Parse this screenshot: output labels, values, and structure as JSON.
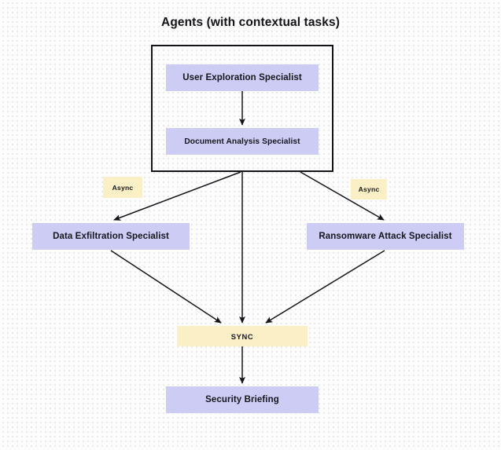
{
  "diagram": {
    "title": "Agents (with contextual tasks)",
    "colors": {
      "node_fill_primary": "#ccccf4",
      "node_fill_accent": "#fbf0c5",
      "stroke": "#14141a",
      "text": "#16161d",
      "background": "#fdfdfd",
      "grid_dot": "#e2e2e4"
    },
    "group": {
      "name": "agents-group",
      "nodes": [
        {
          "id": "user-exploration",
          "label": "User Exploration Specialist"
        },
        {
          "id": "document-analysis",
          "label": "Document Analysis Specialist"
        }
      ]
    },
    "nodes": [
      {
        "id": "data-exfiltration",
        "label": "Data Exfiltration Specialist"
      },
      {
        "id": "ransomware-attack",
        "label": "Ransomware Attack Specialist"
      },
      {
        "id": "sync",
        "label": "SYNC"
      },
      {
        "id": "security-briefing",
        "label": "Security Briefing"
      }
    ],
    "edge_labels": [
      {
        "id": "async-left",
        "label": "Async"
      },
      {
        "id": "async-right",
        "label": "Async"
      }
    ],
    "edges": [
      {
        "from": "user-exploration",
        "to": "document-analysis",
        "label": ""
      },
      {
        "from": "agents-group",
        "to": "data-exfiltration",
        "label": "Async"
      },
      {
        "from": "agents-group",
        "to": "ransomware-attack",
        "label": "Async"
      },
      {
        "from": "data-exfiltration",
        "to": "sync",
        "label": ""
      },
      {
        "from": "ransomware-attack",
        "to": "sync",
        "label": ""
      },
      {
        "from": "agents-group",
        "to": "sync",
        "label": ""
      },
      {
        "from": "sync",
        "to": "security-briefing",
        "label": ""
      }
    ]
  }
}
